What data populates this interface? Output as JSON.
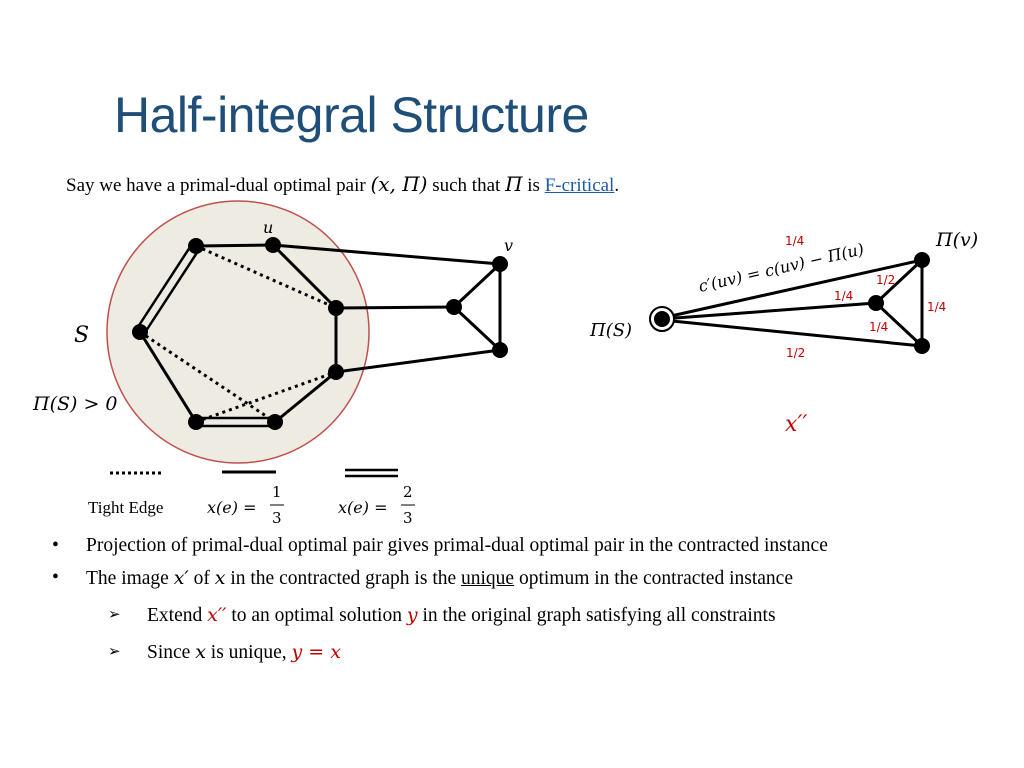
{
  "slide": {
    "title": "Half-integral Structure",
    "intro": {
      "pre": "Say we have a primal-dual optimal pair ",
      "pair": "(x, Π)",
      "mid": " such that ",
      "pi": "Π",
      "is": " is ",
      "link": "F-critical",
      "end": "."
    }
  },
  "left_graph": {
    "label_u": "u",
    "label_v": "v",
    "label_S": "S",
    "label_pi_S": "Π(S) > 0",
    "legend": {
      "tight_edge": "Tight Edge",
      "x_lhs": "x(e) =",
      "one_third_num": "1",
      "one_third_den": "3",
      "two_thirds_num": "2",
      "two_thirds_den": "3"
    }
  },
  "right_graph": {
    "label_pi_v": "Π(v)",
    "label_pi_S": "Π(S)",
    "formula": "c′(uv) = c(uv) − Π(u)",
    "edge_labels": {
      "top": "1/4",
      "upper_edge": "1/2",
      "middle_edge": "1/4",
      "right_edge": "1/4",
      "inner_lower": "1/4",
      "bottom_edge": "1/2"
    },
    "label_x2": "x′′",
    "accent_color": "#c00000"
  },
  "bullets": [
    {
      "text": "Projection of primal-dual optimal pair gives primal-dual optimal pair in the contracted instance"
    },
    {
      "p1": "The image ",
      "m1": "x′",
      "p2": " of ",
      "m2": "x",
      "p3": " in the contracted graph is the ",
      "u": "unique",
      "p4": " optimum in the contracted instance"
    }
  ],
  "sub_bullets": [
    {
      "p1": "Extend ",
      "m1": "x′′",
      "p2": " to an optimal solution ",
      "m2": "y",
      "p3": " in the original graph satisfying all constraints"
    },
    {
      "p1": "Since ",
      "m1": "x",
      "p2": " is unique, ",
      "m2": "y = x"
    }
  ],
  "colors": {
    "title": "#1f4e79",
    "shrunk_set_fill": "#eeebe2",
    "shrunk_set_border": "#c0504d",
    "link": "#1a5aa8"
  }
}
